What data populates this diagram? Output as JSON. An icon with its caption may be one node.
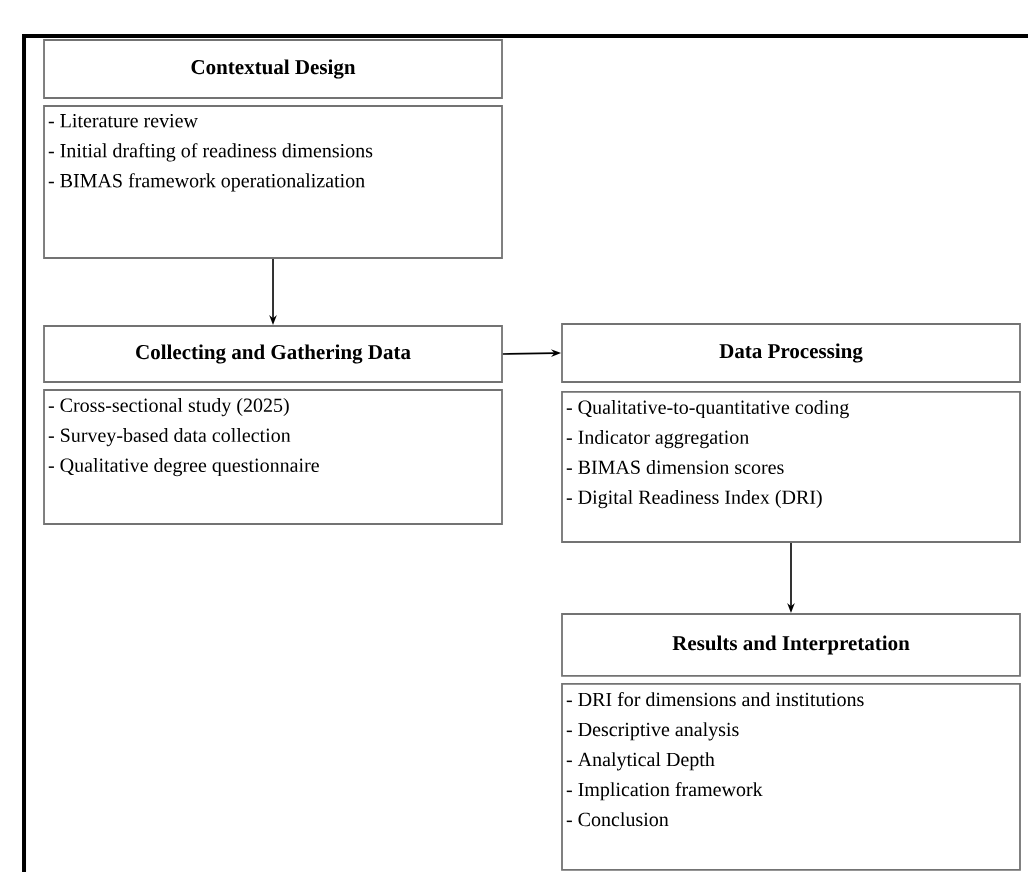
{
  "diagram": {
    "nodes": [
      {
        "text": [
          "Contextual Design"
        ]
      },
      {
        "text": [
          "- Literature review",
          "- Initial drafting of readiness dimensions",
          "- BIMAS framework operationalization"
        ]
      },
      {
        "text": [
          "Collecting and Gathering Data"
        ]
      },
      {
        "text": [
          "- Cross-sectional study (2025)",
          "- Survey-based data collection",
          "- Qualitative degree questionnaire"
        ]
      },
      {
        "text": [
          "Data Processing"
        ]
      },
      {
        "text": [
          "- Qualitative-to-quantitative coding",
          "- Indicator aggregation",
          "- BIMAS dimension scores",
          "- Digital Readiness Index (DRI)"
        ]
      },
      {
        "text": [
          "Results and Interpretation"
        ]
      },
      {
        "text": [
          "- DRI for dimensions and institutions",
          "- Descriptive analysis",
          "- Analytical Depth",
          "- Implication framework",
          "- Conclusion"
        ]
      }
    ],
    "edges": [
      {
        "from": 1,
        "to": 2,
        "arrow": "to"
      },
      {
        "from": 2,
        "to": 4,
        "arrow": "to"
      },
      {
        "from": 5,
        "to": 6,
        "arrow": "to"
      }
    ]
  }
}
